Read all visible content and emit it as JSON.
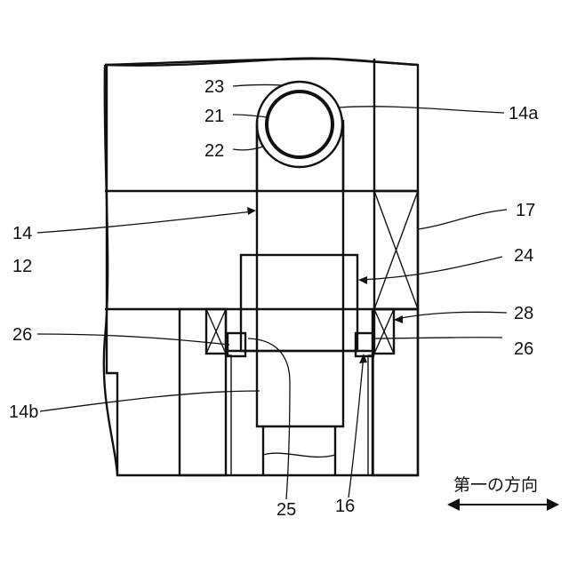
{
  "labels": {
    "l23": "23",
    "l21": "21",
    "l22": "22",
    "l14a": "14a",
    "l14": "14",
    "l12": "12",
    "l17": "17",
    "l24": "24",
    "l28": "28",
    "l26_left": "26",
    "l26_right": "26",
    "l14b": "14b",
    "l25": "25",
    "l16": "16"
  },
  "direction": {
    "text": "第一の方向"
  }
}
